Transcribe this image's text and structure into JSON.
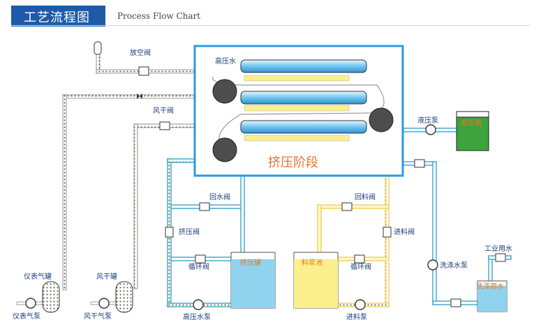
{
  "header": {
    "title_cn": "工艺流程图",
    "title_en": "Process Flow Chart"
  },
  "labels": {
    "vent_valve": "放空阀",
    "high_pressure_water_in": "高压水",
    "press_stage": "挤压阶段",
    "air_dry_valve": "风干阀",
    "hydraulic_pump": "液压泵",
    "hydraulic_tank": "液压箱",
    "return_water_valve": "回水阀",
    "press_valve": "挤压阀",
    "circulation_valve_left": "循环阀",
    "press_tank": "挤压罐",
    "return_material_valve": "回料阀",
    "feed_valve": "进料阀",
    "slurry_tank": "料浆池",
    "circulation_valve_right": "循环阀",
    "industrial_water": "工业用水",
    "wash_pump": "洗涤水泵",
    "wash_tank": "洗涤用水",
    "instrument_air_tank": "仪表气罐",
    "air_dry_tank": "风干罐",
    "instrument_air_pump": "仪表气泵",
    "air_dry_pump": "风干气泵",
    "high_pressure_pump": "高压水泵",
    "feed_pump": "进料泵"
  },
  "colors": {
    "header_blue": "#1e5aa8",
    "pipe_blue": "#3aa5c8",
    "pipe_yellow": "#f1d56a",
    "tank_green": "#3ea33d",
    "tank_cyan": "#8fd3ef",
    "tank_yellow": "#fbef8e",
    "stage_border": "#2a9be0",
    "label_orange": "#e8732a"
  }
}
